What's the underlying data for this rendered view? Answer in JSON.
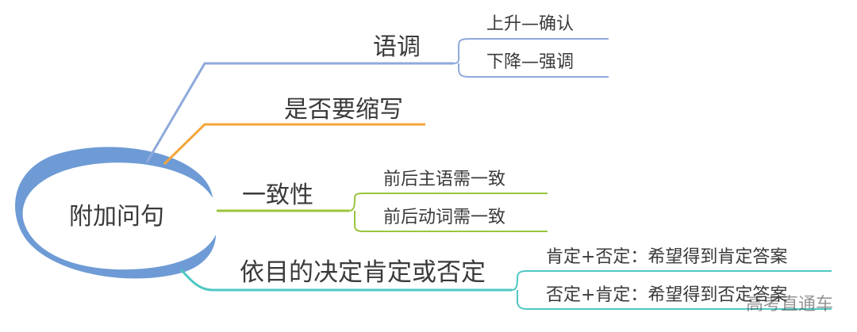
{
  "center": {
    "label": "附加问句"
  },
  "branches": [
    {
      "label": "语调",
      "color": "#8EA9DB",
      "children": [
        "上升—确认",
        "下降—强调"
      ]
    },
    {
      "label": "是否要缩写",
      "color": "#F4A43A",
      "children": []
    },
    {
      "label": "一致性",
      "color": "#9BC53D",
      "children": [
        "前后主语需一致",
        "前后动词需一致"
      ]
    },
    {
      "label": "依目的决定肯定或否定",
      "color": "#4FC7C3",
      "children": [
        "肯定+否定：希望得到肯定答案",
        "否定+肯定：希望得到否定答案"
      ]
    }
  ],
  "watermark": "高考直通车"
}
